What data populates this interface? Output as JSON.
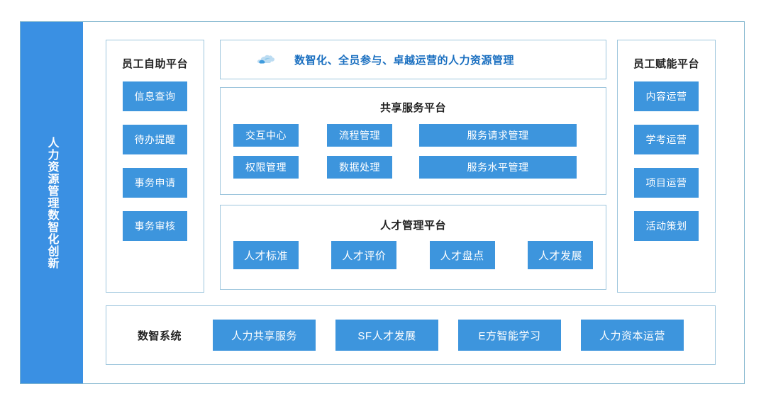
{
  "diagram": {
    "vertical_band": {
      "label": "人力资源管理数智化创新",
      "color": "#3a90e3"
    },
    "banner": {
      "icon": "cloud-swoosh-icon",
      "text": "数智化、全员参与、卓越运营的人力资源管理",
      "text_color": "#1a6fc0"
    },
    "left_panel": {
      "title": "员工自助平台",
      "items": [
        {
          "label": "信息查询"
        },
        {
          "label": "待办提醒"
        },
        {
          "label": "事务申请"
        },
        {
          "label": "事务审核"
        }
      ]
    },
    "right_panel": {
      "title": "员工赋能平台",
      "items": [
        {
          "label": "内容运营"
        },
        {
          "label": "学考运营"
        },
        {
          "label": "项目运营"
        },
        {
          "label": "活动策划"
        }
      ]
    },
    "shared_service": {
      "title": "共享服务平台",
      "row1": [
        {
          "label": "交互中心"
        },
        {
          "label": "流程管理"
        },
        {
          "label": "服务请求管理"
        }
      ],
      "row2": [
        {
          "label": "权限管理"
        },
        {
          "label": "数据处理"
        },
        {
          "label": "服务水平管理"
        }
      ]
    },
    "talent": {
      "title": "人才管理平台",
      "items": [
        {
          "label": "人才标准"
        },
        {
          "label": "人才评价"
        },
        {
          "label": "人才盘点"
        },
        {
          "label": "人才发展"
        }
      ]
    },
    "bottom": {
      "label": "数智系统",
      "items": [
        {
          "label": "人力共享服务"
        },
        {
          "label": "SF人才发展"
        },
        {
          "label": "E方智能学习"
        },
        {
          "label": "人力资本运营"
        }
      ]
    },
    "colors": {
      "chip_blue": "#3d95dd",
      "band_blue": "#3a90e3",
      "frame_border": "#7fb4cd",
      "panel_border": "#9ec6dd"
    }
  }
}
